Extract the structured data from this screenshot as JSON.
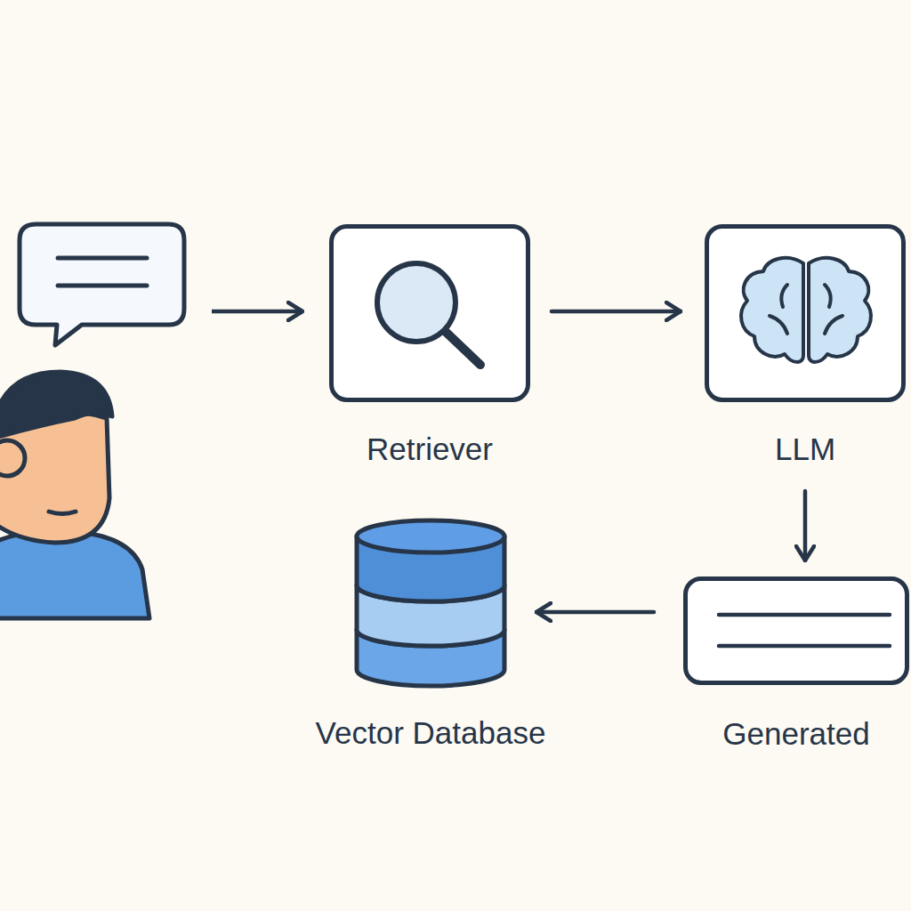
{
  "diagram": {
    "nodes": [
      {
        "text": [
          "Retriever"
        ]
      },
      {
        "text": [
          "LLM"
        ]
      },
      {
        "text": [
          "Generated"
        ]
      },
      {
        "text": [
          "Vector Database"
        ]
      }
    ],
    "edges": [
      {
        "from": 0,
        "to": 1,
        "arrow": "to"
      },
      {
        "from": 1,
        "to": 2,
        "arrow": "to"
      },
      {
        "from": 2,
        "to": 3,
        "arrow": "to"
      }
    ]
  }
}
